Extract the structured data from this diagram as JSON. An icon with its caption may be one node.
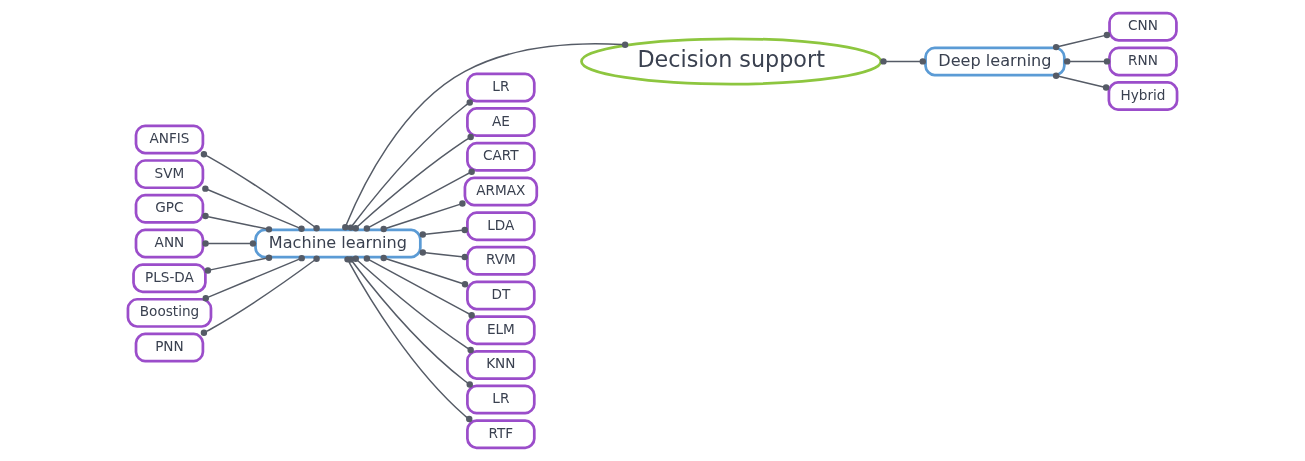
{
  "diagram": {
    "nodes": [
      {
        "text": [
          "Decision support"
        ]
      },
      {
        "text": [
          "Machine learning"
        ]
      },
      {
        "text": [
          "Deep learning"
        ]
      },
      {
        "text": [
          "ANFIS"
        ]
      },
      {
        "text": [
          "SVM"
        ]
      },
      {
        "text": [
          "GPC"
        ]
      },
      {
        "text": [
          "ANN"
        ]
      },
      {
        "text": [
          "PLS-DA"
        ]
      },
      {
        "text": [
          "Boosting"
        ]
      },
      {
        "text": [
          "PNN"
        ]
      },
      {
        "text": [
          "LR"
        ]
      },
      {
        "text": [
          "AE"
        ]
      },
      {
        "text": [
          "CART"
        ]
      },
      {
        "text": [
          "ARMAX"
        ]
      },
      {
        "text": [
          "LDA"
        ]
      },
      {
        "text": [
          "RVM"
        ]
      },
      {
        "text": [
          "DT"
        ]
      },
      {
        "text": [
          "ELM"
        ]
      },
      {
        "text": [
          "KNN"
        ]
      },
      {
        "text": [
          "LR"
        ]
      },
      {
        "text": [
          "RTF"
        ]
      },
      {
        "text": [
          "CNN"
        ]
      },
      {
        "text": [
          "RNN"
        ]
      },
      {
        "text": [
          "Hybrid"
        ]
      }
    ],
    "edges": [
      {
        "from": 3,
        "to": 1,
        "arrow": "other"
      },
      {
        "from": 4,
        "to": 1,
        "arrow": "other"
      },
      {
        "from": 5,
        "to": 1,
        "arrow": "other"
      },
      {
        "from": 6,
        "to": 1,
        "arrow": "other"
      },
      {
        "from": 7,
        "to": 1,
        "arrow": "other"
      },
      {
        "from": 8,
        "to": 1,
        "arrow": "other"
      },
      {
        "from": 9,
        "to": 1,
        "arrow": "other"
      },
      {
        "from": 1,
        "to": 10,
        "arrow": "other"
      },
      {
        "from": 1,
        "to": 11,
        "arrow": "other"
      },
      {
        "from": 1,
        "to": 12,
        "arrow": "other"
      },
      {
        "from": 1,
        "to": 13,
        "arrow": "other"
      },
      {
        "from": 1,
        "to": 14,
        "arrow": "other"
      },
      {
        "from": 1,
        "to": 15,
        "arrow": "other"
      },
      {
        "from": 1,
        "to": 16,
        "arrow": "other"
      },
      {
        "from": 1,
        "to": 17,
        "arrow": "other"
      },
      {
        "from": 1,
        "to": 18,
        "arrow": "other"
      },
      {
        "from": 1,
        "to": 19,
        "arrow": "other"
      },
      {
        "from": 1,
        "to": 20,
        "arrow": "other"
      },
      {
        "from": 1,
        "to": 0,
        "arrow": "other"
      },
      {
        "from": 0,
        "to": 2,
        "arrow": "other"
      },
      {
        "from": 2,
        "to": 21,
        "arrow": "other"
      },
      {
        "from": 2,
        "to": 22,
        "arrow": "other"
      },
      {
        "from": 2,
        "to": 23,
        "arrow": "other"
      }
    ]
  }
}
